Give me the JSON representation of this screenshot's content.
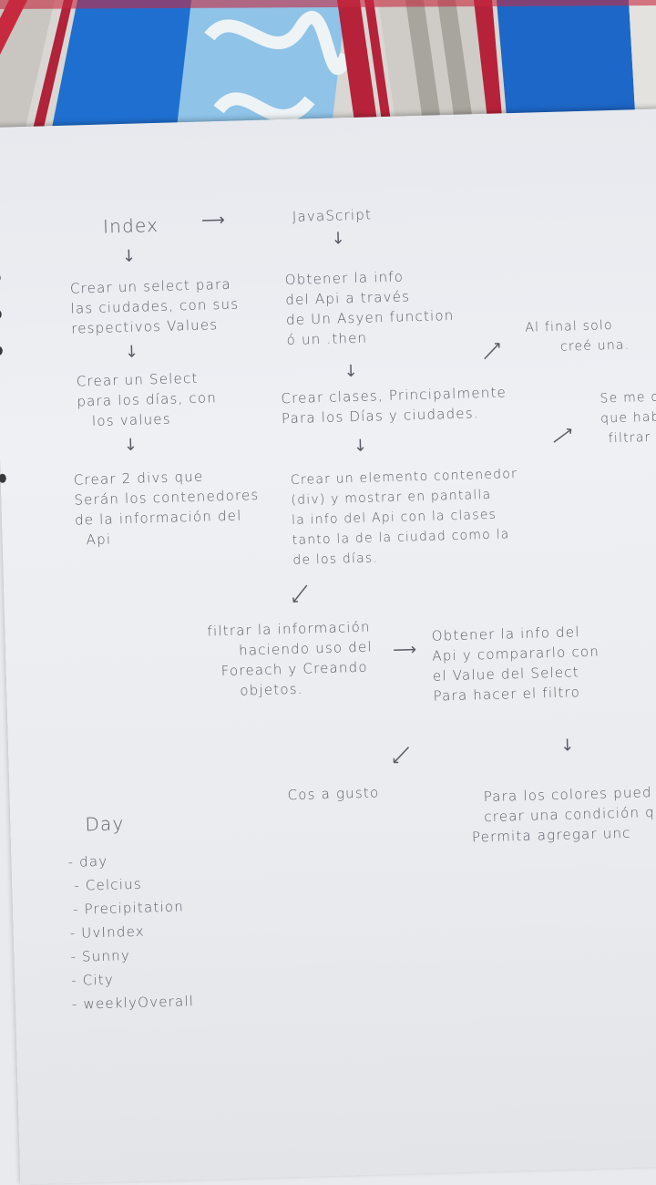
{
  "notes": {
    "index": {
      "title": "Index",
      "step1": [
        "Crear un select para",
        "las ciudades, con sus",
        "respectivos Values"
      ],
      "step2": [
        "Crear un Select",
        "para los días, con",
        "los values"
      ],
      "step3": [
        "Crear 2 divs que",
        "Serán los contenedores",
        "de la información del",
        "Api"
      ]
    },
    "js": {
      "title": "JavaScript",
      "step1": [
        "Obtener la info",
        "del Api a través",
        "de Un Asyen function",
        "ó un .then"
      ],
      "step2": [
        "Crear clases, Principalmente",
        "Para los Días y ciudades."
      ],
      "step3": [
        "Crear un elemento contenedor",
        "(div) y mostrar en pantalla",
        "la info del Api con la clases",
        "tanto la de la ciudad como la",
        "de los días."
      ]
    },
    "side_note_1": [
      "Al final solo",
      "creé una."
    ],
    "side_note_2": [
      "Se me ol",
      "que habí",
      "filtrar"
    ],
    "filter": [
      "filtrar la información",
      "haciendo uso del",
      "Foreach y Creando",
      "objetos."
    ],
    "compare": [
      "Obtener la info del",
      "Api y compararlo con",
      "el Value del Select",
      "Para hacer el filtro"
    ],
    "taste": "Cos a gusto",
    "colors": [
      "Para los colores pued",
      "crear una condición q",
      "Permita agregar unc"
    ],
    "day": {
      "title": "Day",
      "items": [
        "- day",
        "- Celcius",
        "- Precipitation",
        "- UvIndex",
        "- Sunny",
        "- City",
        "- weeklyOverall"
      ]
    }
  }
}
